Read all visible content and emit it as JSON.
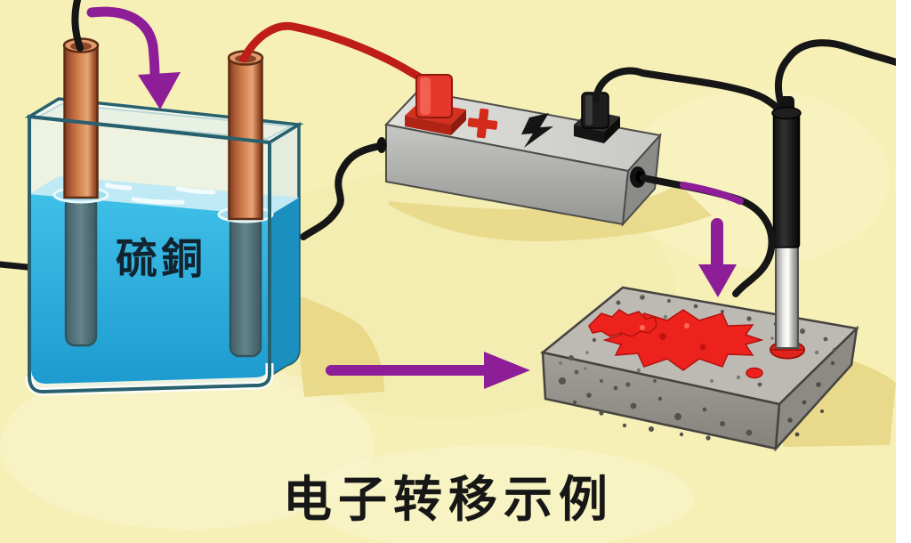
{
  "figure": {
    "caption": "电子转移示例",
    "beaker": {
      "label": "硫銅",
      "liquid_color": "#29b0e0",
      "electrode_material_color": "#d6834f",
      "electrode_count": "2"
    },
    "battery": {
      "plus_symbol": "+",
      "lightning_icon": "⚡",
      "body_color": "#c2c3c1",
      "positive_terminal_color": "#e5372b",
      "negative_terminal_color": "#1d1d1d"
    },
    "rod": {
      "upper_color": "#1b1b1b",
      "lower_color": "#d9d9d7",
      "grommet_color": "#e0231b"
    },
    "stone": {
      "body_color": "#bdbab4",
      "deposit_color": "#ee221d"
    },
    "colors": {
      "background": "#f6f0b6",
      "arrow_purple": "#8e1e97",
      "wire_black": "#161616",
      "wire_red": "#bf1d17",
      "shadow": "#e6d583",
      "caption_text": "#171717"
    }
  }
}
